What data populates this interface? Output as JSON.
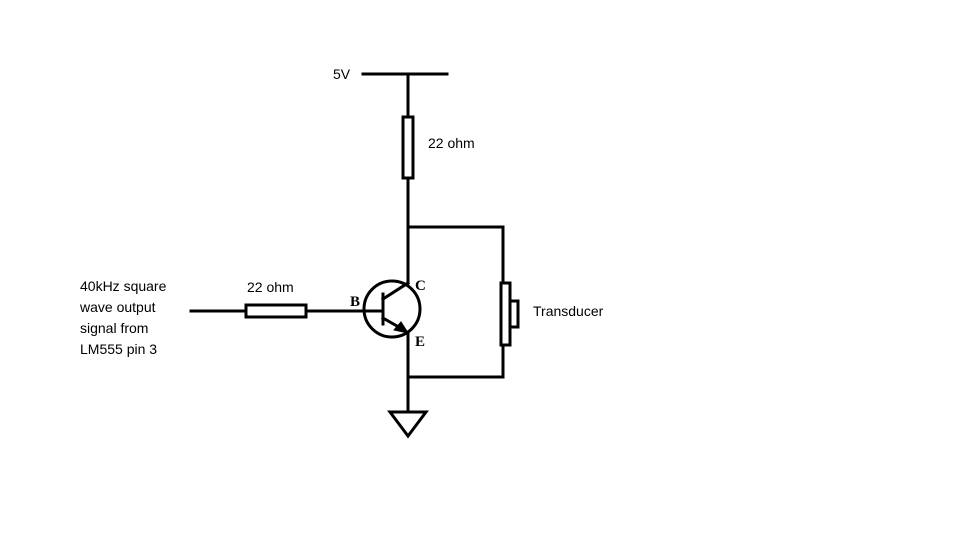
{
  "supply": {
    "label": "5V"
  },
  "collector_resistor": {
    "label": "22 ohm"
  },
  "base_resistor": {
    "label": "22 ohm"
  },
  "input_signal": {
    "lines": [
      "40kHz square",
      "wave output",
      "signal from",
      "LM555 pin 3"
    ]
  },
  "transistor": {
    "base_label": "B",
    "collector_label": "C",
    "emitter_label": "E"
  },
  "load": {
    "label": "Transducer"
  }
}
